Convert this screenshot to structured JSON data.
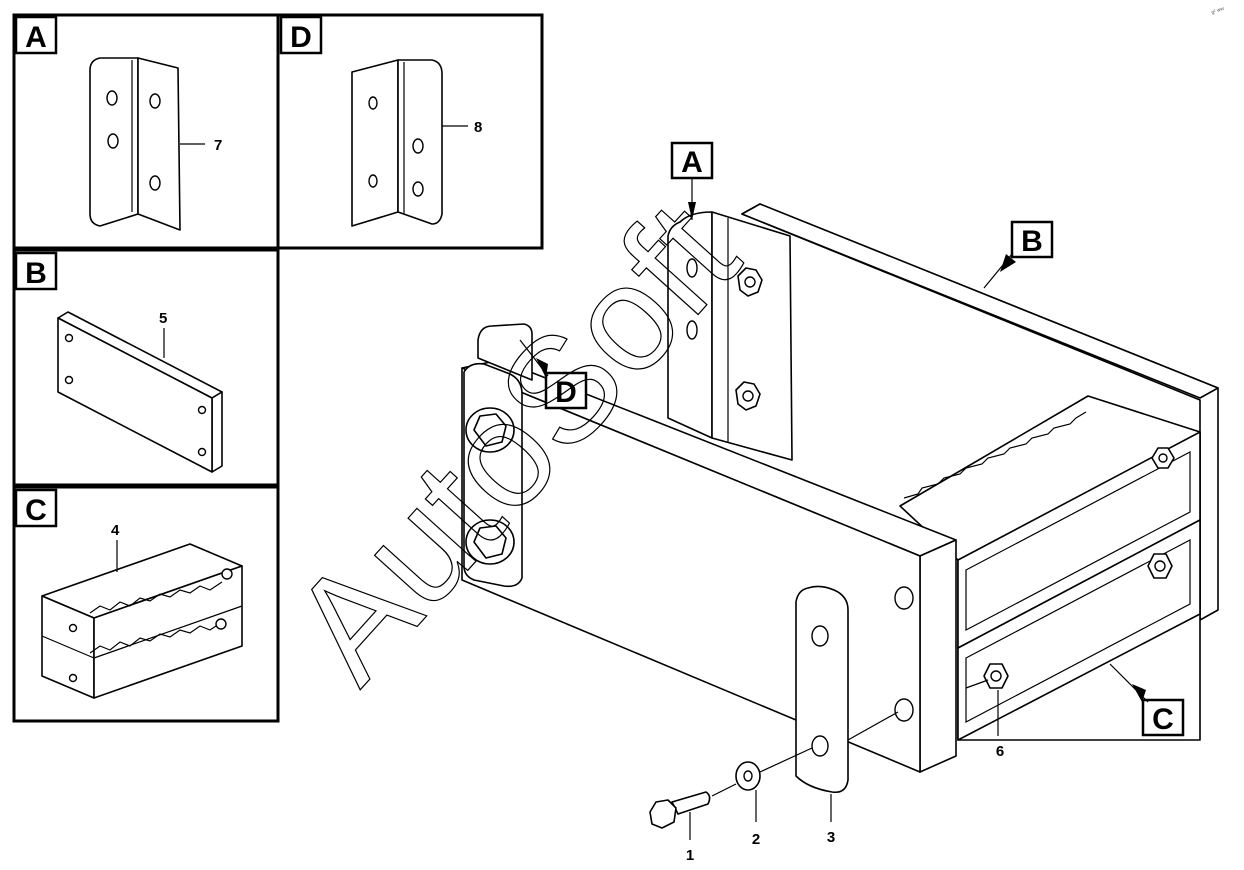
{
  "watermark": "AutoSoft",
  "corner_mark": "g² ww",
  "detail_tags": {
    "a": "A",
    "b": "B",
    "c": "C",
    "d": "D"
  },
  "main_tags": {
    "a": "A",
    "b": "B",
    "c": "C",
    "d": "D"
  },
  "callouts": {
    "p1": "1",
    "p2": "2",
    "p3": "3",
    "p4": "4",
    "p5": "5",
    "p6": "6",
    "p7": "7",
    "p8": "8"
  }
}
